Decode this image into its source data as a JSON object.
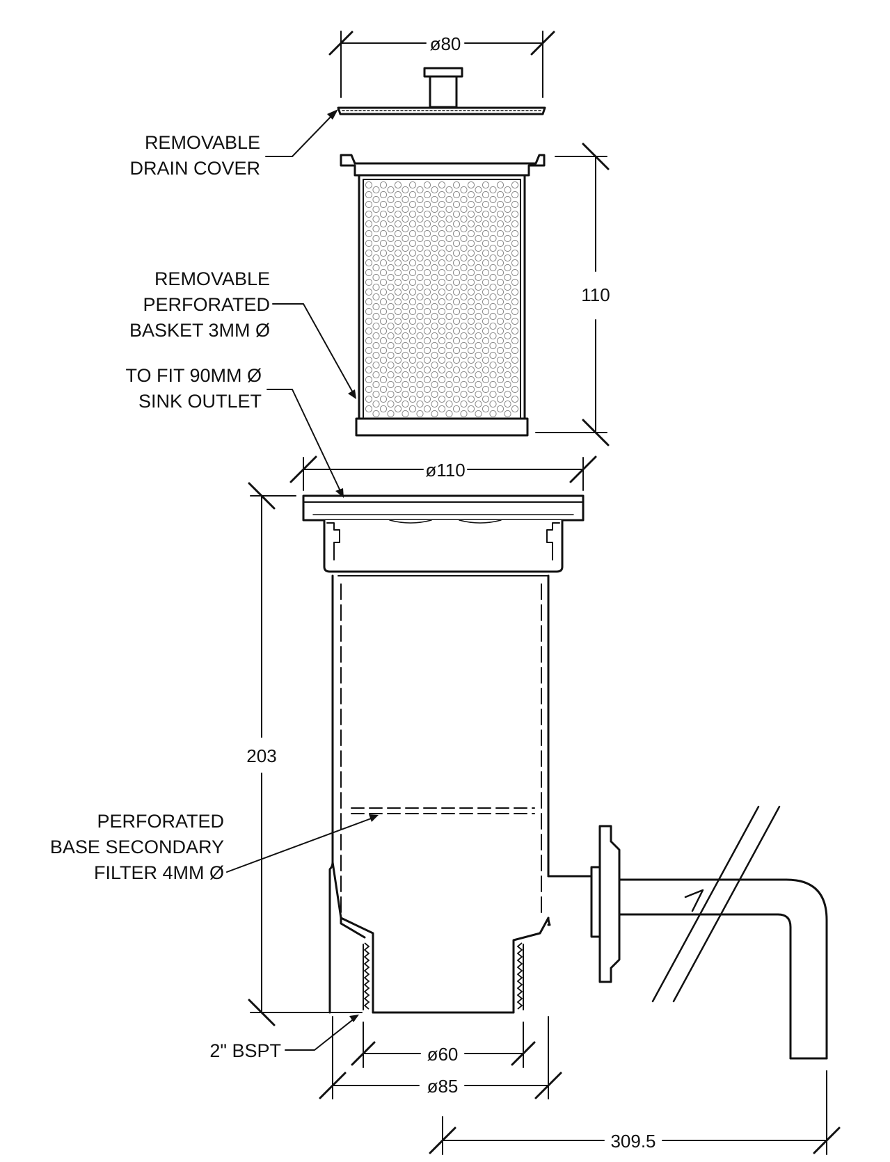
{
  "dimensions": {
    "cover_dia": "ø80",
    "basket_height": "110",
    "flange_dia": "ø110",
    "body_height": "203",
    "outlet_inner_dia": "ø60",
    "outlet_outer_dia": "ø85",
    "overall_offset": "309.5"
  },
  "labels": {
    "drain_cover": [
      "REMOVABLE",
      "DRAIN COVER"
    ],
    "basket": [
      "REMOVABLE",
      "PERFORATED",
      "BASKET 3MM Ø"
    ],
    "sink_outlet": [
      "TO FIT 90MM Ø",
      "SINK OUTLET"
    ],
    "secondary_filter": [
      "PERFORATED",
      "BASE SECONDARY",
      "FILTER 4MM Ø"
    ],
    "thread": [
      "2\" BSPT"
    ]
  }
}
